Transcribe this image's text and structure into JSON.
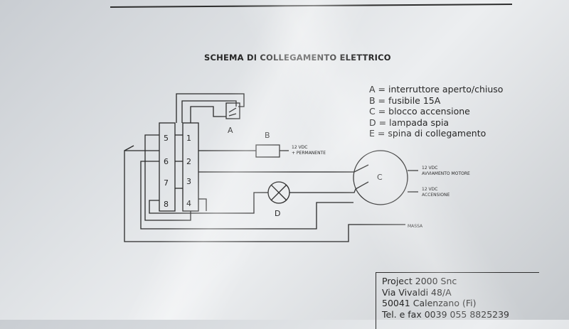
{
  "title": "SCHEMA DI COLLEGAMENTO ELETTRICO",
  "legend": [
    "A = interruttore aperto/chiuso",
    "B = fusibile 15A",
    "C = blocco accensione",
    "D = lampada spia",
    "E = spina di collegamento"
  ],
  "component_labels": {
    "a": "A",
    "b": "B",
    "c": "C",
    "d": "D"
  },
  "terminals": [
    "1",
    "2",
    "3",
    "4",
    "5",
    "6",
    "7",
    "8"
  ],
  "annotations": {
    "b_supply_1": "12 VDC",
    "b_supply_2": "+ PERMANENTE",
    "c_out1_1": "12 VDC",
    "c_out1_2": "AVVIAMENTO MOTORE",
    "c_out2_1": "12 VDC",
    "c_out2_2": "ACCENSIONE",
    "ground": "MASSA"
  },
  "address": [
    "Project 2000 Snc",
    "Via Vivaldi 48/A",
    "50041 Calenzano (Fi)",
    "Tel. e fax 0039 055 8825239"
  ]
}
